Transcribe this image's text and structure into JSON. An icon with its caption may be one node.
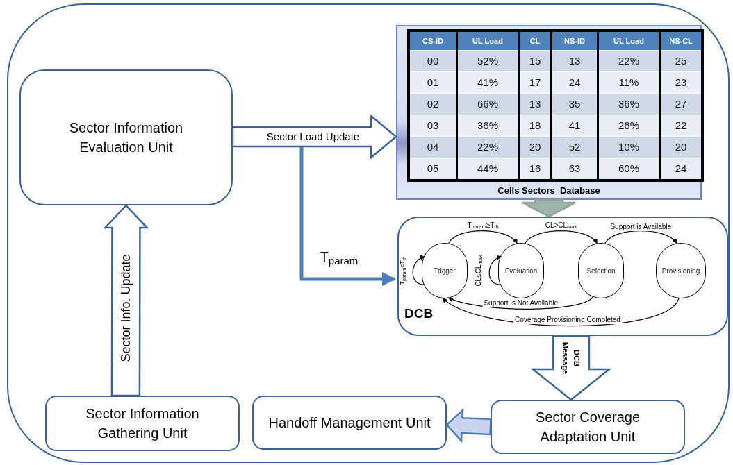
{
  "diagram": {
    "nodes": [
      {
        "text": [],
        "shape": "box"
      },
      {
        "text": [
          "Sector Information Evaluation Unit"
        ],
        "in": 0
      },
      {
        "text": [
          "Cells Sectors  Database"
        ],
        "in": 0
      },
      {
        "text": [
          "DCB"
        ],
        "in": 0
      },
      {
        "text": [
          "Trigger"
        ],
        "in": 3
      },
      {
        "text": [
          "Evaluation"
        ],
        "in": 3
      },
      {
        "text": [
          "Selection"
        ],
        "in": 3
      },
      {
        "text": [
          "Provisioning"
        ],
        "in": 3
      },
      {
        "text": [
          "Sector Information Gathering Unit"
        ],
        "in": 0
      },
      {
        "text": [
          "Handoff Management Unit"
        ],
        "in": 0
      },
      {
        "text": [
          "Sector Coverage Adaptation Unit"
        ],
        "in": 0
      }
    ],
    "edges": [
      {
        "from": 8,
        "to": 1,
        "arrow": "to",
        "label": "Sector Info. Update",
        "style": "thick",
        "color": "#3b6296"
      },
      {
        "from": 1,
        "to": 2,
        "arrow": "to",
        "label": "Sector Load Update",
        "style": "thick",
        "color": "#3b6296"
      },
      {
        "from": 1,
        "to": 3,
        "arrow": "to",
        "label": "T$_{param}$",
        "style": "thick",
        "color": "#4a7ebb"
      },
      {
        "from": 2,
        "to": 3,
        "arrow": "to",
        "style": "thick",
        "color": "#8fa39a"
      },
      {
        "from": 3,
        "to": 10,
        "arrow": "to",
        "label": "DCB Message",
        "style": "thick",
        "color": "#3b6296"
      },
      {
        "from": 10,
        "to": 9,
        "arrow": "to",
        "style": "thick",
        "color": "#4a7ebb"
      },
      {
        "from": 4,
        "to": 4,
        "arrow": "to",
        "label": "T$_{param}$<T$_{th}$"
      },
      {
        "from": 4,
        "to": 5,
        "arrow": "to",
        "label": "T$_{param}$≥T$_{th}$"
      },
      {
        "from": 5,
        "to": 5,
        "arrow": "to",
        "label": "CL≤CL$_{max}$"
      },
      {
        "from": 5,
        "to": 6,
        "arrow": "to",
        "label": "CL>CL$_{max}$"
      },
      {
        "from": 6,
        "to": 7,
        "arrow": "to",
        "label": "Support is Available"
      },
      {
        "from": 6,
        "to": 4,
        "arrow": "to",
        "label": "Support Is Not Available"
      },
      {
        "from": 7,
        "to": 4,
        "arrow": "to",
        "label": "Coverage Provisioning Completed"
      }
    ],
    "labels": [
      "CS-ID",
      "UL Load",
      "CL",
      "NS-ID",
      "UL Load",
      "NS-CL",
      "00",
      "52%",
      "15",
      "13",
      "22%",
      "25",
      "01",
      "41%",
      "17",
      "24",
      "11%",
      "23",
      "02",
      "66%",
      "13",
      "35",
      "36%",
      "27",
      "03",
      "36%",
      "18",
      "41",
      "26%",
      "22",
      "04",
      "22%",
      "20",
      "52",
      "10%",
      "20",
      "05",
      "44%",
      "16",
      "63",
      "60%",
      "24"
    ]
  }
}
